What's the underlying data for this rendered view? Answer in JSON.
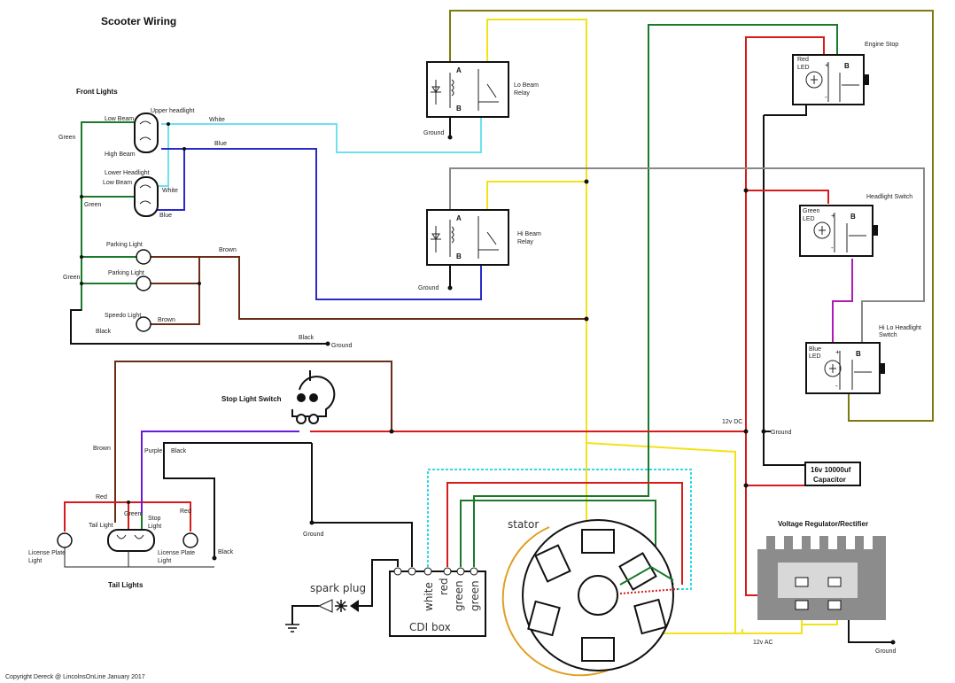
{
  "title": "Scooter Wiring",
  "copyright": "Copyright Dereck @ LincolnsOnLine January 2017",
  "colors": {
    "green": "#1a7a2a",
    "white_wire": "#6fe0f0",
    "blue": "#2a2ac8",
    "brown": "#6b2d16",
    "black": "#111111",
    "yellow": "#f2e21a",
    "red": "#d81a1a",
    "gray": "#888888",
    "olive": "#7d7a10",
    "purple": "#6a1ad8",
    "magenta": "#b01ab8",
    "cyan": "#30d8e8"
  },
  "sections": {
    "front_lights": "Front Lights",
    "tail_lights": "Tail Lights",
    "stop_switch": "Stop Light Switch",
    "stator": "stator",
    "spark_plug": "spark plug",
    "cdi": "CDI box",
    "regulator": "Voltage Regulator/Rectifier",
    "capacitor_line1": "16v 10000uf",
    "capacitor_line2": "Capacitor"
  },
  "front": {
    "low_beam": "Low Beam",
    "upper_headlight": "Upper headlight",
    "high_beam": "High Beam",
    "lower_headlight": "Lower Headlight",
    "low_beam2": "Low Beam",
    "parking1": "Parking Light",
    "parking2": "Parking Light",
    "speedo": "Speedo Light",
    "green1": "Green",
    "green2": "Green",
    "green3": "Green",
    "white1": "White",
    "white2": "White",
    "blue1": "Blue",
    "blue2": "Blue",
    "brown1": "Brown",
    "brown2": "Brown",
    "black1": "Black",
    "black2": "Black",
    "ground": "Ground"
  },
  "relays": {
    "lo_line1": "Lo Beam",
    "lo_line2": "Relay",
    "hi_line1": "Hi Beam",
    "hi_line2": "Relay",
    "a": "A",
    "b": "B",
    "ground1": "Ground",
    "ground2": "Ground"
  },
  "switches": {
    "engine_stop": "Engine Stop",
    "red_led1": "Red",
    "red_led2": "LED",
    "headlight": "Headlight Switch",
    "green_led1": "Green",
    "green_led2": "LED",
    "hilo1": "Hi Lo Headlight",
    "hilo2": "Switch",
    "blue_led1": "Blue",
    "blue_led2": "LED",
    "plus": "+",
    "minus": "-",
    "b": "B"
  },
  "right": {
    "v12dc": "12v DC",
    "ground": "Ground",
    "v12ac": "12v AC",
    "ground2": "Ground"
  },
  "tail": {
    "brown": "Brown",
    "purple": "Purple",
    "black": "Black",
    "red": "Red",
    "red2": "Red",
    "green": "Green",
    "tail_light": "Tail Light",
    "stop1": "Stop",
    "stop2": "Light",
    "lp_left1": "License Plate",
    "lp_left2": "Light",
    "lp_right1": "License Plate",
    "lp_right2": "Light",
    "black2": "Black",
    "ground": "Ground"
  },
  "cdi_pins": {
    "white": "white",
    "red": "red",
    "green1": "green",
    "green2": "green"
  }
}
